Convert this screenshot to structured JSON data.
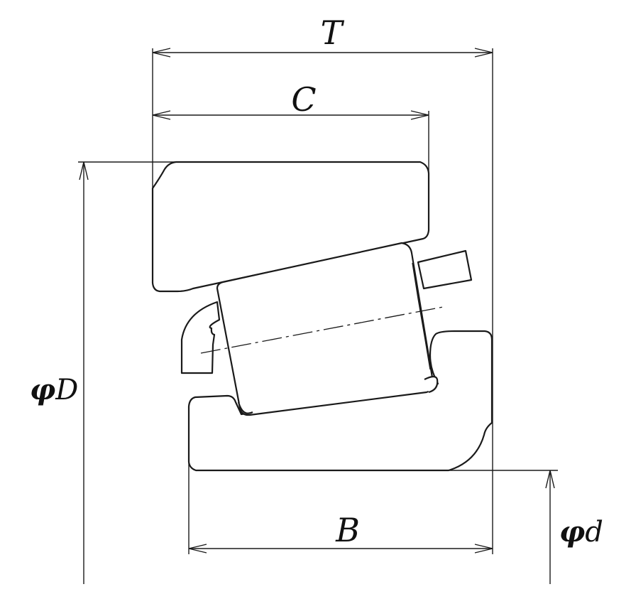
{
  "dimensions": {
    "overall_width": "T",
    "outer_ring_width": "C",
    "inner_ring_width": "B",
    "outside_diameter_symbol": "φ",
    "outside_diameter": "D",
    "bore_diameter_symbol": "φ",
    "bore_diameter": "d"
  }
}
